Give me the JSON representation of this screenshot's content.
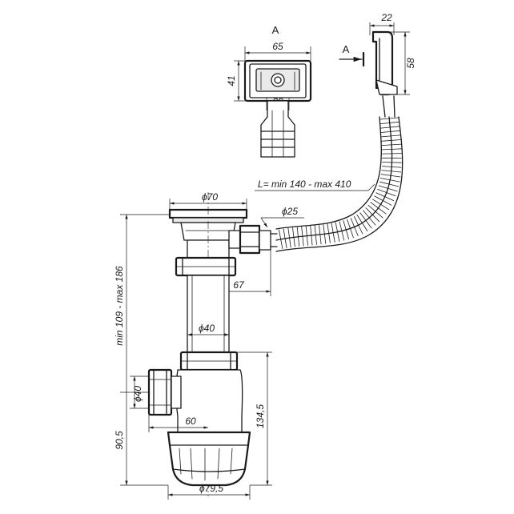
{
  "view_marker": "A",
  "labels": {
    "w65": "65",
    "h41": "41",
    "d29": "29",
    "w22": "22",
    "h58": "58",
    "hose_length": "L= min 140 - max 410",
    "dia70": "ϕ70",
    "dia25": "ϕ25",
    "d67": "67",
    "dia40_pipe": "ϕ40",
    "dia40_side": "ϕ40",
    "d60": "60",
    "dia79": "ϕ79,5",
    "h_range": "min 109 - max 186",
    "h90": "90,5",
    "h134": "134,5"
  }
}
